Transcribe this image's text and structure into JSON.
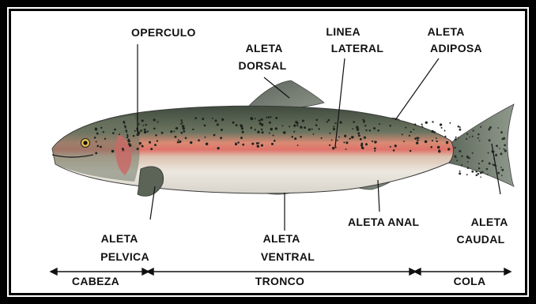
{
  "labels": {
    "operculo": "OPERCULO",
    "aleta_dorsal": [
      "ALETA",
      "DORSAL"
    ],
    "linea_lateral": [
      "LINEA",
      "LATERAL"
    ],
    "aleta_adiposa": [
      "ALETA",
      "ADIPOSA"
    ],
    "aleta_anal": "ALETA ANAL",
    "aleta_caudal": [
      "ALETA",
      "CAUDAL"
    ],
    "aleta_pelvica": [
      "ALETA",
      "PELVICA"
    ],
    "aleta_ventral": [
      "ALETA",
      "VENTRAL"
    ]
  },
  "regions": {
    "cabeza": "CABEZA",
    "tronco": "TRONCO",
    "cola": "COLA"
  },
  "colors": {
    "lateral_band": "#e0736a",
    "back": "#4d5a4a",
    "belly": "#e9e6dd"
  }
}
